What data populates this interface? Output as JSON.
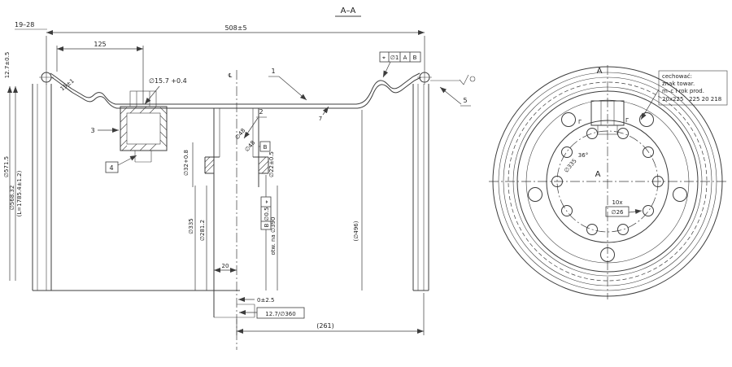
{
  "section": {
    "title": "A–A"
  },
  "left_view": {
    "labels": {
      "range": "19–28",
      "flange": "12.7±0.5",
      "overall": "508±5",
      "d125": "125",
      "valve": "∅15.7 +0.4",
      "slope": "15±1",
      "c1": "1",
      "c2": "2",
      "c3": "3",
      "c4": "4",
      "c5": "5",
      "thk": "7",
      "d48a": "∅48",
      "d48b": "∅48",
      "datumB": "B",
      "d22": "∅22±0.5",
      "d32": "∅32+0.8",
      "d335": "∅335",
      "d281": "∅281.2",
      "holes": "otw. na ∅390",
      "d496": "(∅496)",
      "d20": "20",
      "off0": "0±2.5",
      "rbox": "12.7/∅360",
      "d261": "(261)",
      "d571": "∅571.5",
      "d568": "∅568.32",
      "circ": "(L=1785.4±1.2)",
      "cl": "℄"
    },
    "tol_top": {
      "sym": "⌖",
      "val": "∅1",
      "d1": "A",
      "d2": "B"
    },
    "tol_holes": {
      "sym": "⌖",
      "val": "∅0.5",
      "d1": "B"
    }
  },
  "right_view": {
    "labels": {
      "sec_top": "A",
      "sec_mid": "A",
      "count": "10x",
      "hole_dia": "∅26",
      "bolt_circle": "∅335",
      "angle": "36°",
      "g1": "Γ",
      "g2": "Γ"
    },
    "marking": [
      "cechować:",
      "znak towar.",
      "m–c i rok prod.",
      "20x225   225 20 218"
    ]
  }
}
